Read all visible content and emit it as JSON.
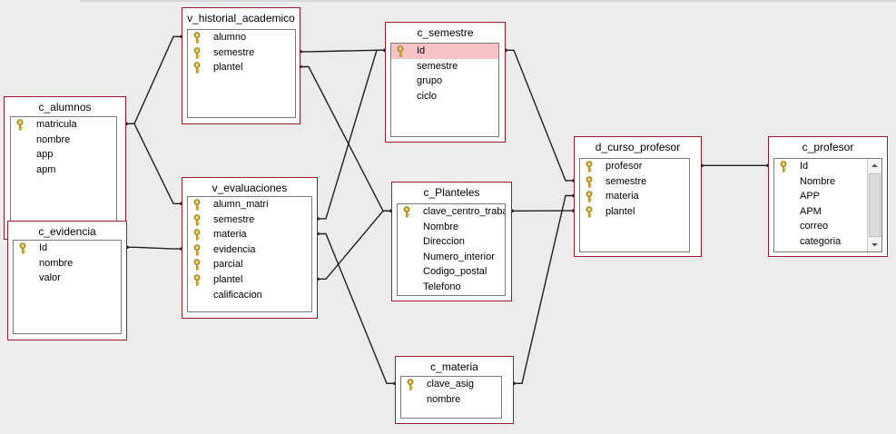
{
  "diagram": {
    "tables": [
      {
        "id": "c_alumnos",
        "title": "c_alumnos",
        "fields": [
          {
            "name": "matricula",
            "key": true
          },
          {
            "name": "nombre",
            "key": false
          },
          {
            "name": "app",
            "key": false
          },
          {
            "name": "apm",
            "key": false
          }
        ]
      },
      {
        "id": "c_evidencia",
        "title": "c_evidencia",
        "fields": [
          {
            "name": "Id",
            "key": true
          },
          {
            "name": "nombre",
            "key": false
          },
          {
            "name": "valor",
            "key": false
          }
        ]
      },
      {
        "id": "v_historial_academico",
        "title": "v_historial_academico",
        "fields": [
          {
            "name": "alumno",
            "key": true
          },
          {
            "name": "semestre",
            "key": true
          },
          {
            "name": "plantel",
            "key": true
          }
        ]
      },
      {
        "id": "v_evaluaciones",
        "title": "v_evaluaciones",
        "fields": [
          {
            "name": "alumn_matri",
            "key": true
          },
          {
            "name": "semestre",
            "key": true
          },
          {
            "name": "materia",
            "key": true
          },
          {
            "name": "evidencia",
            "key": true
          },
          {
            "name": "parcial",
            "key": true
          },
          {
            "name": "plantel",
            "key": true
          },
          {
            "name": "calificacion",
            "key": false
          }
        ]
      },
      {
        "id": "c_semestre",
        "title": "c_semestre",
        "fields": [
          {
            "name": "Id",
            "key": true,
            "selected": true
          },
          {
            "name": "semestre",
            "key": false
          },
          {
            "name": "grupo",
            "key": false
          },
          {
            "name": "ciclo",
            "key": false
          }
        ]
      },
      {
        "id": "c_Planteles",
        "title": "c_Planteles",
        "fields": [
          {
            "name": "clave_centro_traba",
            "key": true
          },
          {
            "name": "Nombre",
            "key": false
          },
          {
            "name": "Direccion",
            "key": false
          },
          {
            "name": "Numero_interior",
            "key": false
          },
          {
            "name": "Codigo_postal",
            "key": false
          },
          {
            "name": "Telefono",
            "key": false
          }
        ]
      },
      {
        "id": "c_materia",
        "title": "c_materia",
        "fields": [
          {
            "name": "clave_asig",
            "key": true
          },
          {
            "name": "nombre",
            "key": false
          }
        ]
      },
      {
        "id": "d_curso_profesor",
        "title": "d_curso_profesor",
        "fields": [
          {
            "name": "profesor",
            "key": true
          },
          {
            "name": "semestre",
            "key": true
          },
          {
            "name": "materia",
            "key": true
          },
          {
            "name": "plantel",
            "key": true
          }
        ]
      },
      {
        "id": "c_profesor",
        "title": "c_profesor",
        "scrollbar": true,
        "fields": [
          {
            "name": "Id",
            "key": true
          },
          {
            "name": "Nombre",
            "key": false
          },
          {
            "name": "APP",
            "key": false
          },
          {
            "name": "APM",
            "key": false
          },
          {
            "name": "correo",
            "key": false
          },
          {
            "name": "categoria",
            "key": false
          }
        ]
      }
    ],
    "relationships": [
      {
        "from": "c_alumnos.matricula",
        "to": "v_historial_academico.alumno"
      },
      {
        "from": "c_alumnos.matricula",
        "to": "v_evaluaciones.alumn_matri"
      },
      {
        "from": "c_evidencia.Id",
        "to": "v_evaluaciones.evidencia"
      },
      {
        "from": "v_historial_academico.semestre",
        "to": "c_semestre.Id"
      },
      {
        "from": "v_historial_academico.plantel",
        "to": "c_Planteles.clave_centro_traba"
      },
      {
        "from": "v_evaluaciones.semestre",
        "to": "c_semestre.Id"
      },
      {
        "from": "v_evaluaciones.materia",
        "to": "c_materia.clave_asig"
      },
      {
        "from": "v_evaluaciones.plantel",
        "to": "c_Planteles.clave_centro_traba"
      },
      {
        "from": "c_semestre.Id",
        "to": "d_curso_profesor.semestre"
      },
      {
        "from": "c_Planteles.clave_centro_traba",
        "to": "d_curso_profesor.plantel"
      },
      {
        "from": "c_materia.clave_asig",
        "to": "d_curso_profesor.materia"
      },
      {
        "from": "c_profesor.Id",
        "to": "d_curso_profesor.profesor"
      }
    ],
    "colors": {
      "canvas": "#ececec",
      "table_border": "#9b1c24",
      "list_border": "#7a7a7a",
      "selected_row": "#f7c3c6",
      "line": "#1e1e1e",
      "key_icon": "#c9a227"
    },
    "icons": {
      "primary_key": "key-icon",
      "scroll_up": "scroll-up-arrow-icon",
      "scroll_down": "scroll-down-arrow-icon"
    }
  }
}
